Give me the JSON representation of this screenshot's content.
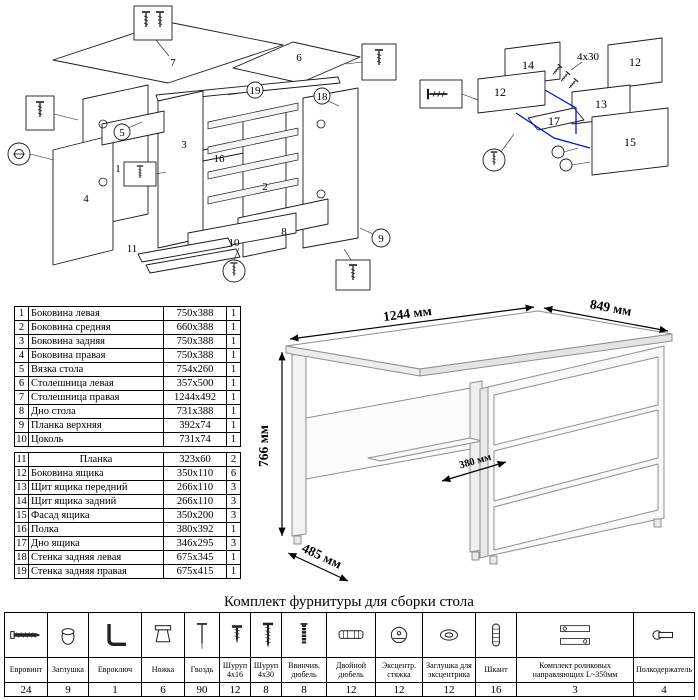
{
  "parts_table": {
    "rows": [
      [
        "1",
        "Боковина левая",
        "750x388",
        "1"
      ],
      [
        "2",
        "Боковина средняя",
        "660x388",
        "1"
      ],
      [
        "3",
        "Боковина задняя",
        "750x388",
        "1"
      ],
      [
        "4",
        "Боковина правая",
        "750x388",
        "1"
      ],
      [
        "5",
        "Вязка стола",
        "754x260",
        "1"
      ],
      [
        "6",
        "Столешница левая",
        "357x500",
        "1"
      ],
      [
        "7",
        "Столешница правая",
        "1244x492",
        "1"
      ],
      [
        "8",
        "Дно стола",
        "731x388",
        "1"
      ],
      [
        "9",
        "Планка верхняя",
        "392x74",
        "1"
      ],
      [
        "10",
        "Цоколь",
        "731x74",
        "1"
      ],
      [
        "11",
        "Планка",
        "323x60",
        "2"
      ],
      [
        "12",
        "Боковина ящика",
        "350x110",
        "6"
      ],
      [
        "13",
        "Щит ящика передний",
        "266x110",
        "3"
      ],
      [
        "14",
        "Щит ящика задний",
        "266x110",
        "3"
      ],
      [
        "15",
        "Фасад ящика",
        "350x200",
        "3"
      ],
      [
        "16",
        "Полка",
        "380x392",
        "1"
      ],
      [
        "17",
        "Дно ящика",
        "346x295",
        "3"
      ],
      [
        "18",
        "Стенка задняя левая",
        "675x345",
        "1"
      ],
      [
        "19",
        "Стенка задняя правая",
        "675x415",
        "1"
      ]
    ]
  },
  "desk_dimensions": {
    "width": "1244 мм",
    "depth": "849 мм",
    "height": "766 мм",
    "front_depth": "485 мм",
    "shelf_depth": "380 мм"
  },
  "exploded": {
    "labels": {
      "p1": "1",
      "p2": "2",
      "p3": "3",
      "p4": "4",
      "p5": "5",
      "p6": "6",
      "p7": "7",
      "p8": "8",
      "p9": "9",
      "p10": "10",
      "p11": "11",
      "p16": "16",
      "p18": "18",
      "p19": "19"
    }
  },
  "drawer": {
    "labels": {
      "p14": "14",
      "p12a": "12",
      "p12b": "12",
      "p13": "13",
      "p17": "17",
      "p15": "15"
    },
    "screw_note": "4x30"
  },
  "hardware": {
    "caption": "Комплект фурнитуры для сборки стола",
    "items": [
      {
        "label": "Евровинт",
        "qty": "24",
        "icon": "euroscrew-icon"
      },
      {
        "label": "Заглушка",
        "qty": "9",
        "icon": "cap-icon"
      },
      {
        "label": "Евроключ",
        "qty": "1",
        "icon": "hex-key-icon"
      },
      {
        "label": "Ножка",
        "qty": "6",
        "icon": "leg-icon"
      },
      {
        "label": "Гвоздь",
        "qty": "90",
        "icon": "nail-icon"
      },
      {
        "label": "Шуруп 4x16",
        "qty": "12",
        "icon": "screw-short-icon"
      },
      {
        "label": "Шуруп 4x30",
        "qty": "8",
        "icon": "screw-long-icon"
      },
      {
        "label": "Ввинчив. дюбель",
        "qty": "8",
        "icon": "screw-dowel-icon"
      },
      {
        "label": "Двойной дюбель",
        "qty": "12",
        "icon": "double-dowel-icon"
      },
      {
        "label": "Эксцентр. стяжка",
        "qty": "12",
        "icon": "cam-lock-icon"
      },
      {
        "label": "Заглушка для эксцентрика",
        "qty": "12",
        "icon": "cam-cap-icon"
      },
      {
        "label": "Шкант",
        "qty": "16",
        "icon": "wood-dowel-icon"
      },
      {
        "label": "Комплект роликовых направляющих L~350мм",
        "qty": "3",
        "icon": "roller-guides-icon"
      },
      {
        "label": "Полкодержатель",
        "qty": "4",
        "icon": "shelf-support-icon"
      }
    ]
  }
}
